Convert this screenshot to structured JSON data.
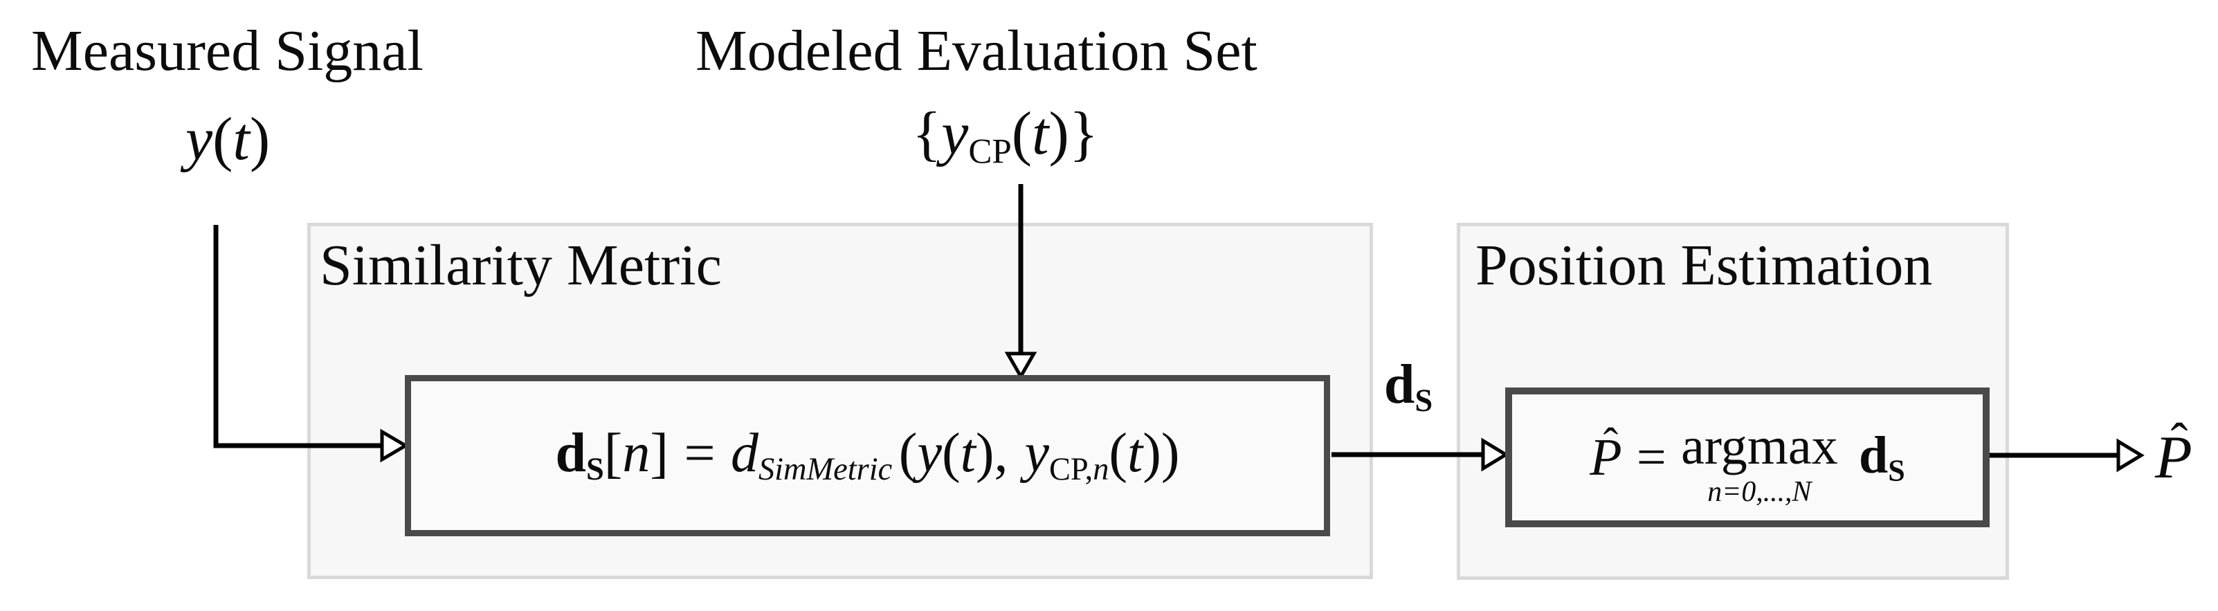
{
  "colors": {
    "background": "#ffffff",
    "panel_fill": "#f7f7f7",
    "panel_border": "#d9d9d9",
    "block_border": "#4a4a4a",
    "text": "#0c0c0c",
    "arrow": "#000000"
  },
  "measured_signal": {
    "title": "Measured Signal",
    "symbol": {
      "y": "y",
      "open": "(",
      "t": "t",
      "close": ")"
    }
  },
  "evaluation_set": {
    "title": "Modeled Evaluation Set",
    "symbol": {
      "open_brace": "{",
      "y": "y",
      "sub": "CP",
      "open": "(",
      "t": "t",
      "close": ")",
      "close_brace": "}"
    }
  },
  "similarity_panel": {
    "title": "Similarity Metric",
    "formula": {
      "ds_base": "d",
      "ds_sub": "S",
      "open_bracket": "[",
      "index": "n",
      "close_bracket": "]",
      "equals": "=",
      "metric_base": "d",
      "metric_sub": "SimMetric",
      "open_paren": "(",
      "arg1_y": "y",
      "arg1_open": "(",
      "arg1_t": "t",
      "arg1_close": ")",
      "comma": ",",
      "arg2_y": "y",
      "arg2_sub_roman": "CP,",
      "arg2_sub_italic": "n",
      "arg2_open": "(",
      "arg2_t": "t",
      "arg2_close": ")",
      "close_paren": ")"
    }
  },
  "ds_signal_label": {
    "base": "d",
    "sub": "S"
  },
  "position_panel": {
    "title": "Position Estimation",
    "formula": {
      "p": "P",
      "hat": "ˆ",
      "equals": "=",
      "operator": "argmax",
      "operator_sub": "n=0,...,N",
      "ds_base": "d",
      "ds_sub": "S"
    }
  },
  "output": {
    "p": "P",
    "hat": "ˆ"
  }
}
